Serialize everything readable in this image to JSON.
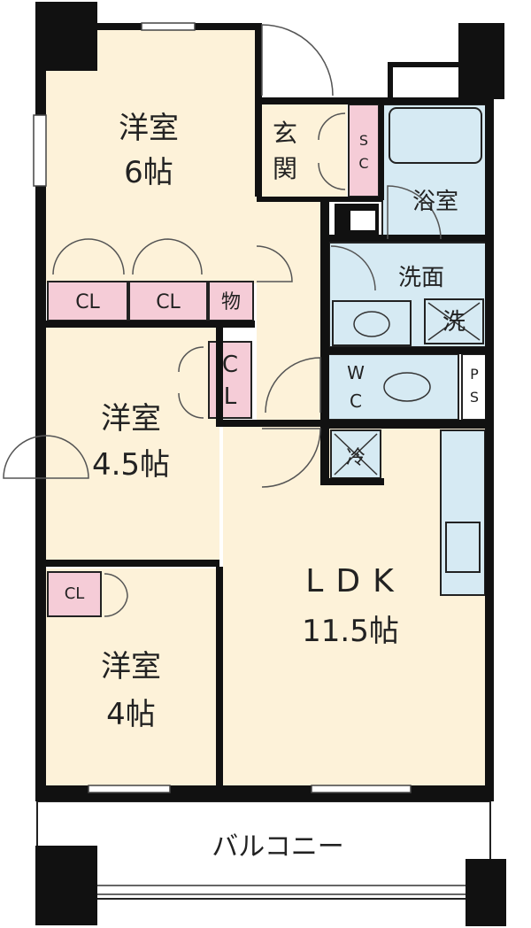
{
  "rooms": {
    "western6": {
      "name": "洋室",
      "size": "6帖"
    },
    "western45": {
      "name": "洋室",
      "size": "4.5帖"
    },
    "western4": {
      "name": "洋室",
      "size": "4帖"
    },
    "ldk": {
      "name": "LDK",
      "size": "11.5帖"
    }
  },
  "labels": {
    "entrance_1": "玄",
    "entrance_2": "関",
    "shoe_closet_1": "S",
    "shoe_closet_2": "C",
    "bathroom": "浴室",
    "washroom": "洗面",
    "washer": "洗",
    "wc_1": "W",
    "wc_2": "C",
    "ps_1": "P",
    "ps_2": "S",
    "storage": "物",
    "closet": "CL",
    "closet_v_1": "C",
    "closet_v_2": "L",
    "fridge": "冷",
    "balcony": "バルコニー"
  },
  "colors": {
    "room_floor": "#fdf2d9",
    "wet_area": "#d6eaf3",
    "closet": "#f5ccd7",
    "wall": "#111111"
  }
}
